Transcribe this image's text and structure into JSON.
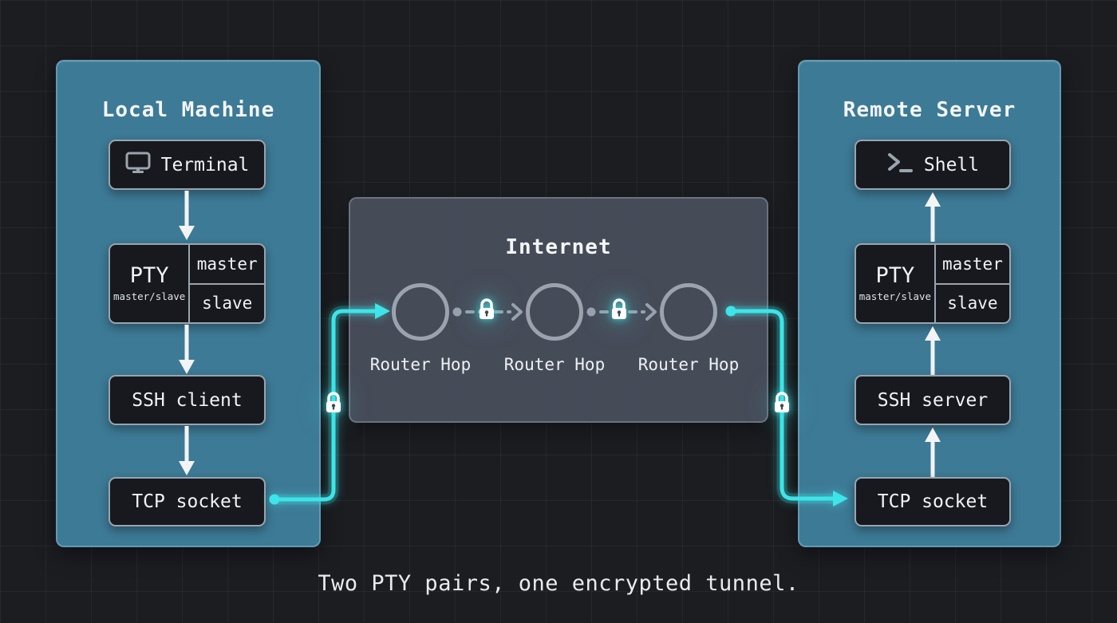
{
  "colors": {
    "background": "#1b1d21",
    "panel_teal": "#3d7a96",
    "node_bg": "#17191e",
    "node_border": "#9aa4ae",
    "internet_bg": "#494f5c",
    "accent_cyan": "#3de4e8",
    "arrow_white": "#f2f4f6"
  },
  "panels": {
    "local": {
      "title": "Local Machine",
      "terminal": "Terminal",
      "pty": "PTY",
      "pty_sub": "master/slave",
      "pty_master": "master",
      "pty_slave": "slave",
      "ssh": "SSH client",
      "tcp": "TCP socket"
    },
    "internet": {
      "title": "Internet",
      "hops": [
        {
          "label": "Router Hop"
        },
        {
          "label": "Router Hop"
        },
        {
          "label": "Router Hop"
        }
      ]
    },
    "remote": {
      "title": "Remote Server",
      "shell": "Shell",
      "pty": "PTY",
      "pty_sub": "master/slave",
      "pty_master": "master",
      "pty_slave": "slave",
      "ssh": "SSH server",
      "tcp": "TCP socket"
    }
  },
  "icons": {
    "terminal_node": "monitor-icon",
    "shell_node": "terminal-prompt-icon",
    "encryption": "lock-icon"
  },
  "caption": "Two PTY pairs, one encrypted tunnel."
}
